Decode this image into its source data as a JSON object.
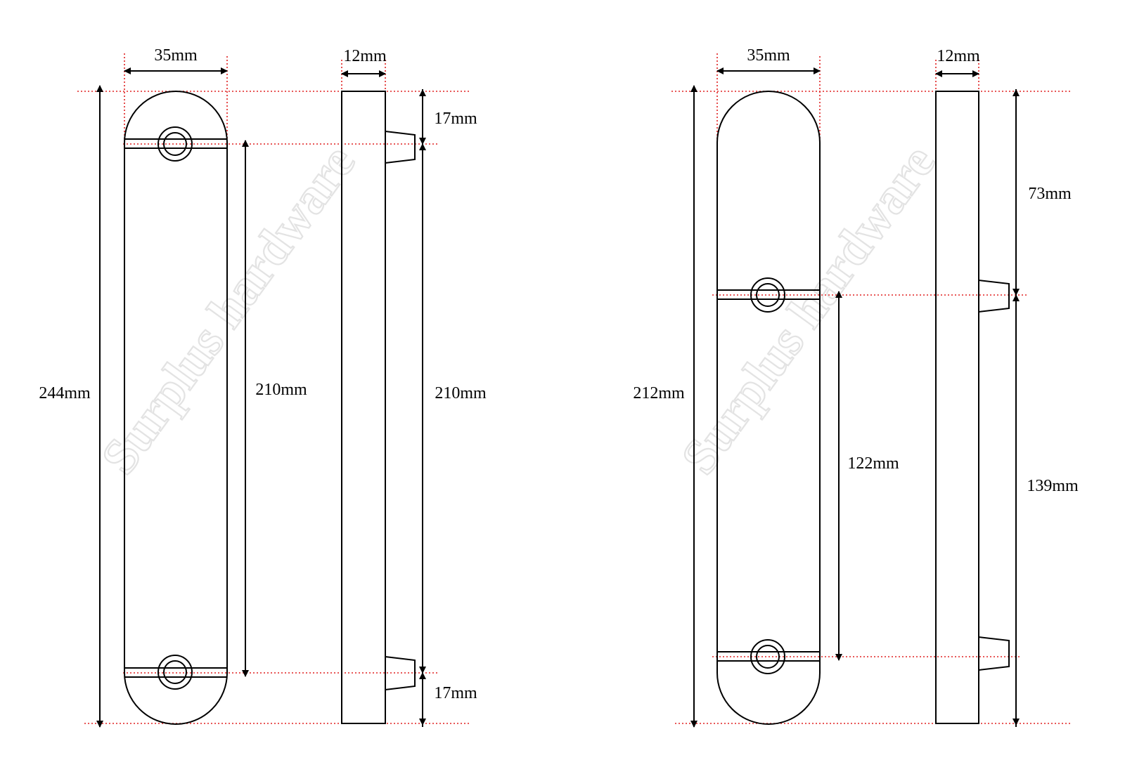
{
  "watermark": {
    "text": "Surplus hardware"
  },
  "colors": {
    "outline": "#000000",
    "guide_line": "#e02020",
    "watermark": "#e3e3e3",
    "background": "#ffffff"
  },
  "left_plate": {
    "front": {
      "width": "35mm",
      "total_height": "244mm",
      "hole_spacing": "210mm"
    },
    "side": {
      "thickness": "12mm",
      "top_offset": "17mm",
      "center_distance": "210mm",
      "bottom_offset": "17mm"
    }
  },
  "right_plate": {
    "front": {
      "width": "35mm",
      "total_height": "212mm",
      "hole_spacing": "122mm"
    },
    "side": {
      "thickness": "12mm",
      "top_offset": "73mm",
      "bottom_offset": "139mm"
    }
  }
}
